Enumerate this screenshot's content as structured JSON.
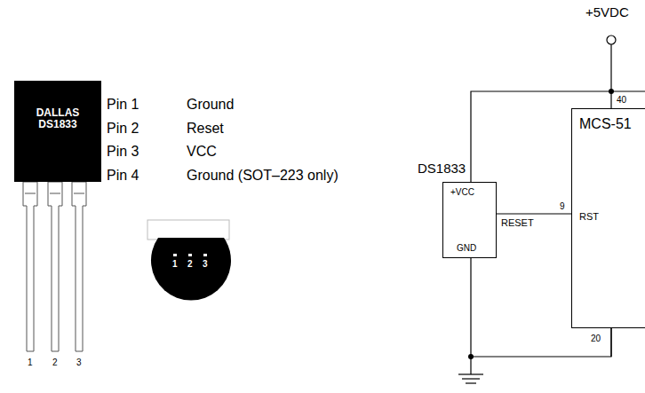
{
  "diagram": {
    "nodes": [
      {
        "text": [
          "DALLAS DS1833"
        ]
      },
      {
        "text": [
          "DS1833",
          "+VCC",
          "GND"
        ]
      },
      {
        "text": [
          "MCS-51",
          "RST"
        ]
      }
    ],
    "edges": [
      {
        "from": 1,
        "to": 2,
        "arrow": "none",
        "label": "RESET"
      },
      {
        "from": 1,
        "to": 2,
        "arrow": "none"
      },
      {
        "from": 1,
        "to": 2,
        "arrow": "none"
      }
    ],
    "labels": [
      "Pin 1",
      "Ground",
      "Pin 2",
      "Reset",
      "Pin 3",
      "VCC",
      "Pin 4",
      "Ground (SOT–223 only)",
      "1",
      "2",
      "3",
      "1",
      "2",
      "3",
      "+5VDC",
      "40",
      "9",
      "20"
    ]
  }
}
